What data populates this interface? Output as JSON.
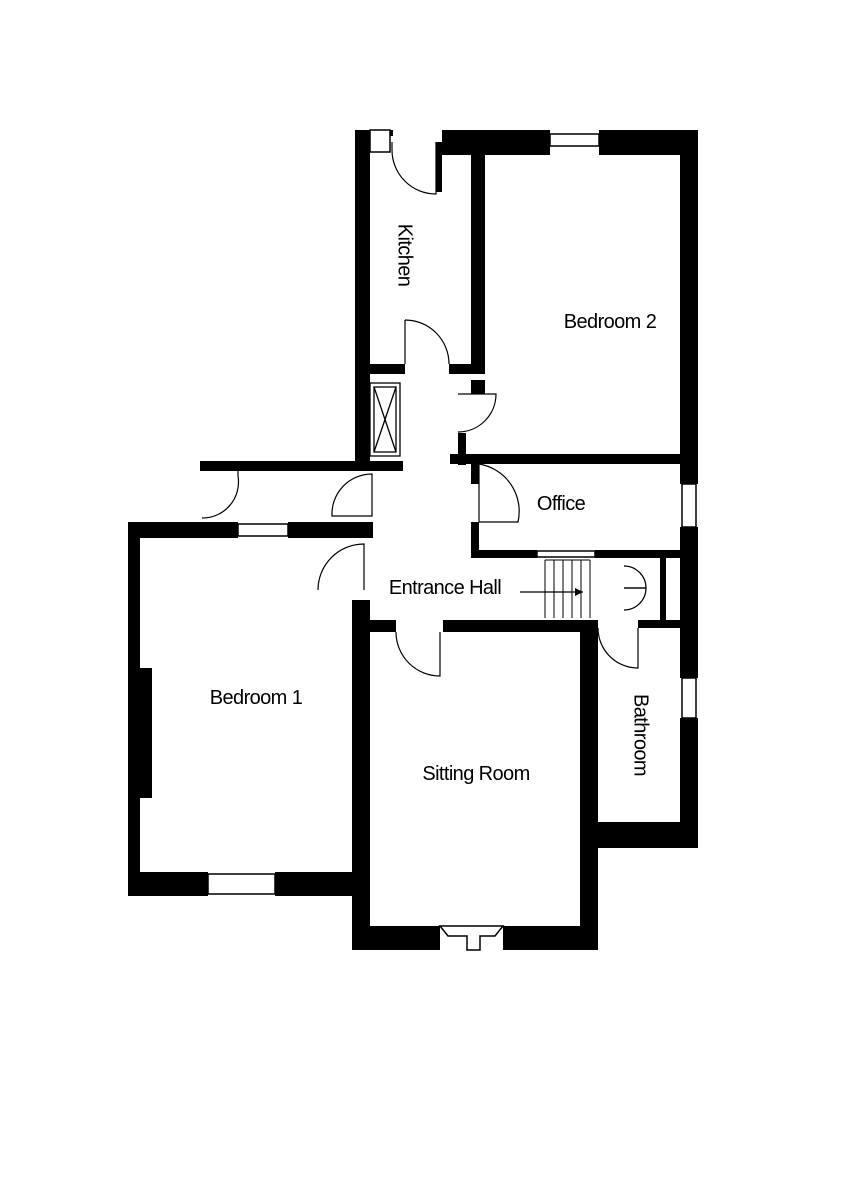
{
  "floor_plan": {
    "rooms": {
      "kitchen": "Kitchen",
      "bedroom_2": "Bedroom 2",
      "office": "Office",
      "entrance_hall": "Entrance Hall",
      "bedroom_1": "Bedroom 1",
      "sitting_room": "Sitting Room",
      "bathroom": "Bathroom"
    },
    "colors": {
      "wall": "#000000",
      "background": "#ffffff"
    }
  }
}
